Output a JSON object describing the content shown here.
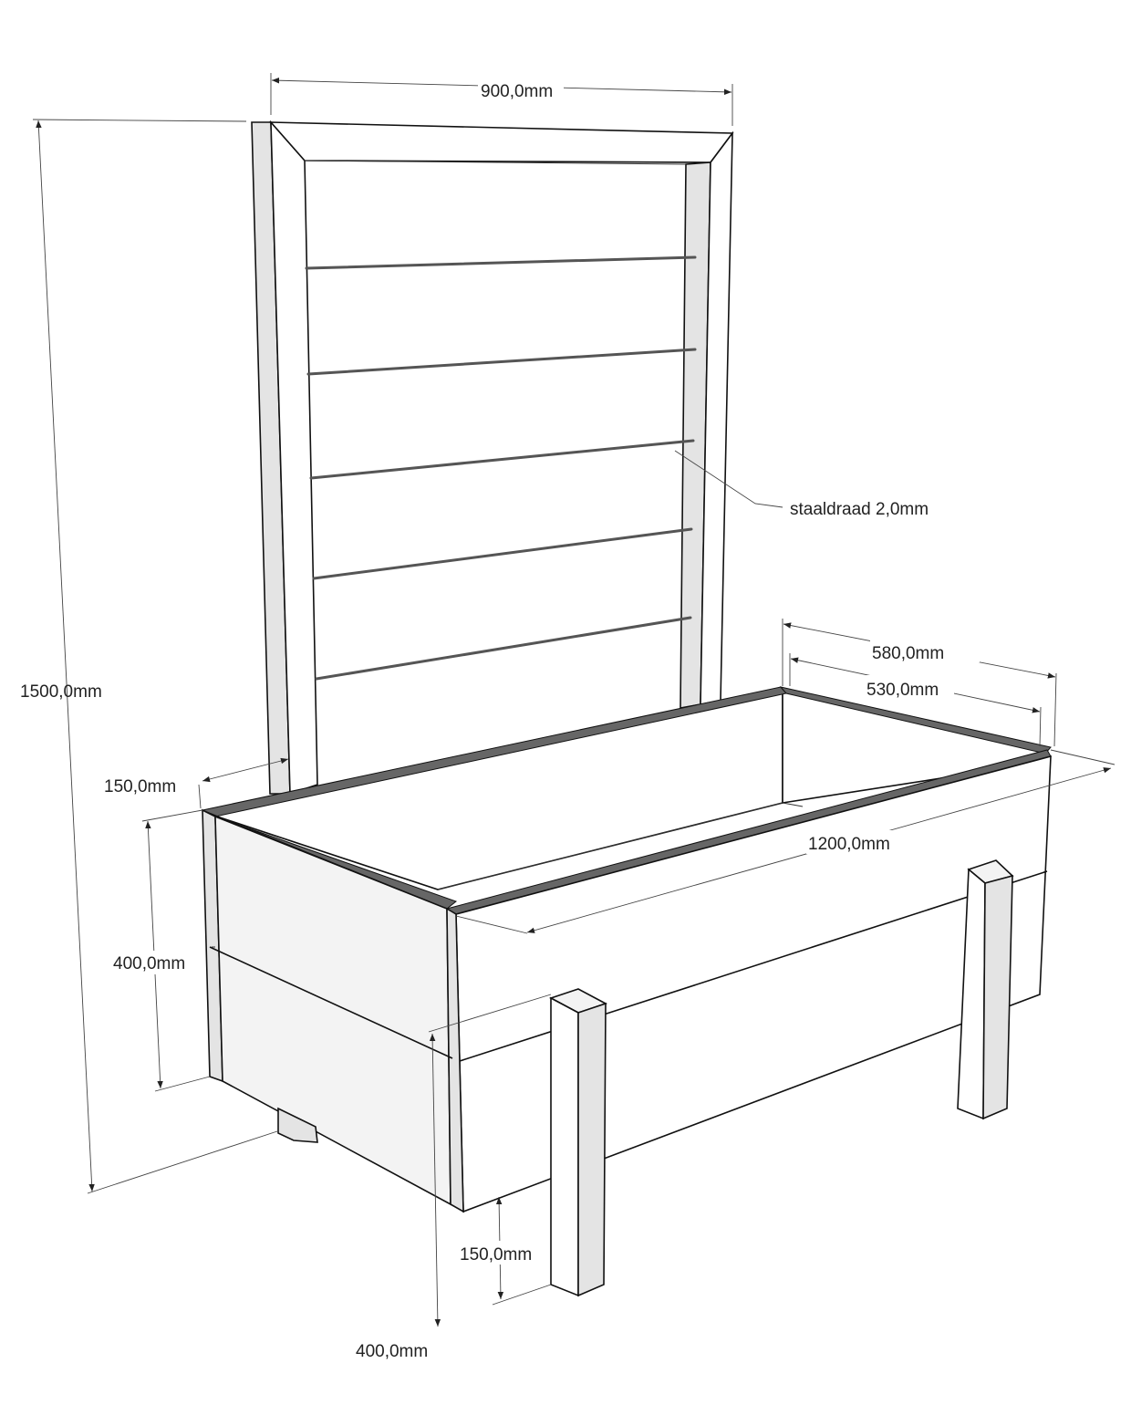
{
  "drawing": {
    "dimensions": {
      "trellis_width": "900,0mm",
      "total_height": "1500,0mm",
      "wire_note": "staaldraad 2,0mm",
      "outer_depth": "580,0mm",
      "inner_depth": "530,0mm",
      "planter_length": "1200,0mm",
      "post_width_top": "150,0mm",
      "planter_height": "400,0mm",
      "leg_height": "150,0mm",
      "leg_length": "400,0mm"
    },
    "colors": {
      "line": "#111111",
      "wood_shade": "#e4e4e4",
      "rim": "#666666",
      "wire": "#555555"
    }
  }
}
